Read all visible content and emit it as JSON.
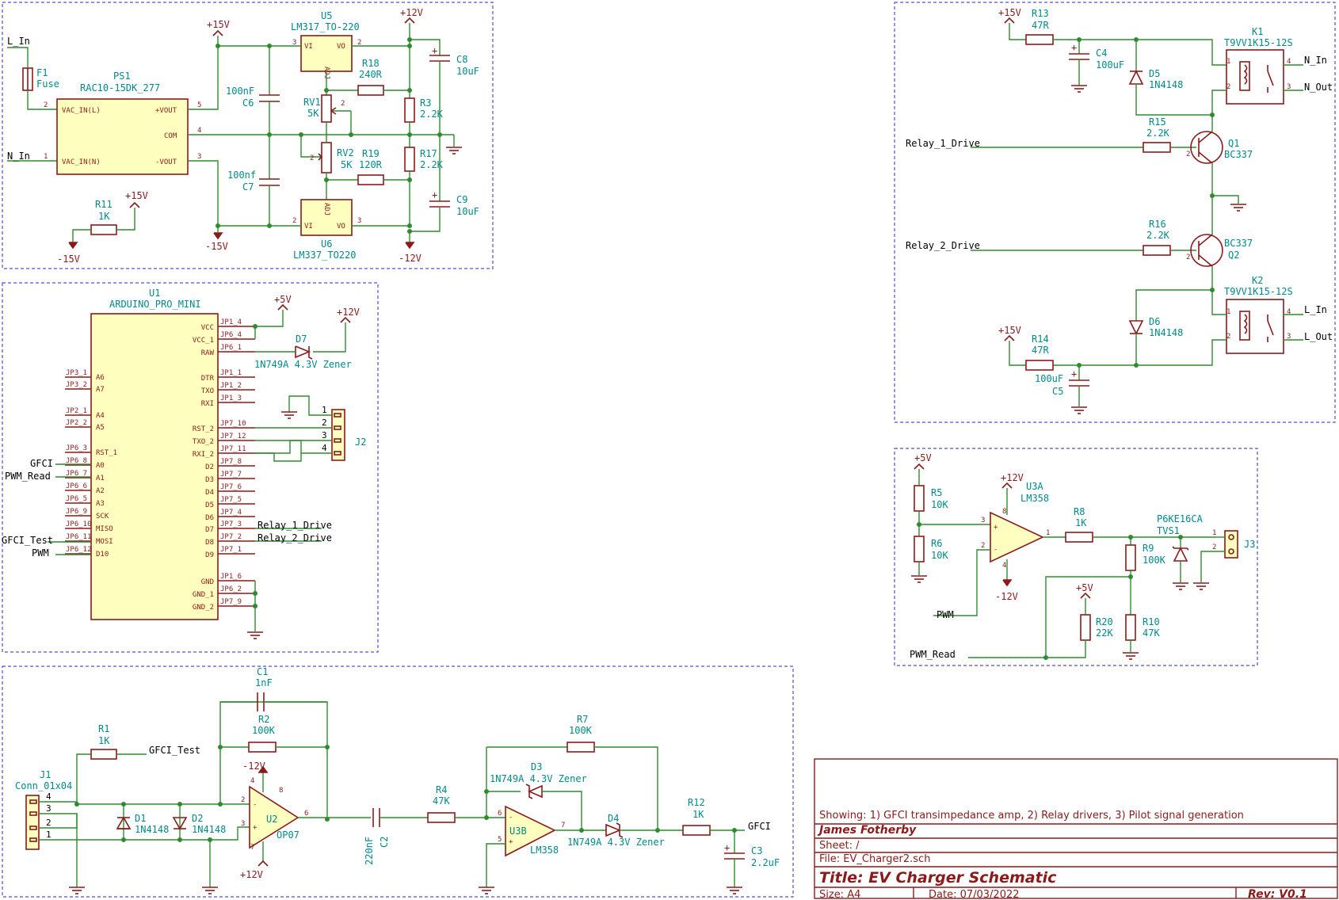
{
  "title_block": {
    "showing": "Showing: 1) GFCI transimpedance amp, 2) Relay drivers, 3) Pilot signal generation",
    "author": "James Fotherby",
    "sheet": "Sheet: /",
    "file": "File: EV_Charger2.sch",
    "title": "Title: EV Charger Schematic",
    "size": "Size: A4",
    "date": "Date: 07/03/2022",
    "rev": "Rev: V0.1"
  },
  "power_supply": {
    "f1_ref": "F1",
    "f1_val": "Fuse",
    "l_in": "L_In",
    "n_in": "N_In",
    "ps1_ref": "PS1",
    "ps1_val": "RAC10-15DK_277",
    "ps1_vac_l": "VAC_IN(L)",
    "ps1_vac_n": "VAC_IN(N)",
    "ps1_vout_p": "+VOUT",
    "ps1_com": "COM",
    "ps1_vout_n": "-VOUT",
    "p15": "+15V",
    "m15": "-15V",
    "p12": "+12V",
    "m12": "-12V",
    "u5_ref": "U5",
    "u5_val": "LM317_TO-220",
    "u6_ref": "U6",
    "u6_val": "LM337_TO220",
    "vi": "VI",
    "vo": "VO",
    "adj": "ADJ",
    "c6_ref": "C6",
    "c6_val": "100nF",
    "c7_ref": "C7",
    "c7_val": "100nf",
    "c8_ref": "C8",
    "c8_val": "10uF",
    "c9_ref": "C9",
    "c9_val": "10uF",
    "r18_ref": "R18",
    "r18_val": "240R",
    "r19_ref": "R19",
    "r19_val": "120R",
    "r3_ref": "R3",
    "r3_val": "2.2K",
    "r17_ref": "R17",
    "r17_val": "2.2K",
    "rv1_ref": "RV1",
    "rv1_val": "5K",
    "rv2_ref": "RV2",
    "rv2_val": "5K",
    "r11_ref": "R11",
    "r11_val": "1K"
  },
  "arduino": {
    "u1_ref": "U1",
    "u1_val": "ARDUINO_PRO_MINI",
    "p5": "+5V",
    "p12": "+12V",
    "d7_ref": "D7",
    "d7_val": "1N749A 4.3V Zener",
    "j2_ref": "J2",
    "left_pins": [
      {
        "jp": "JP3_1",
        "name": "A6"
      },
      {
        "jp": "JP3_2",
        "name": "A7"
      },
      {
        "jp": "JP2_1",
        "name": "A4"
      },
      {
        "jp": "JP2_2",
        "name": "A5"
      },
      {
        "jp": "JP6_3",
        "name": "RST_1"
      },
      {
        "jp": "JP6_8",
        "name": "A0"
      },
      {
        "jp": "JP6_7",
        "name": "A1"
      },
      {
        "jp": "JP6_6",
        "name": "A2"
      },
      {
        "jp": "JP6_5",
        "name": "A3"
      },
      {
        "jp": "JP6_9",
        "name": "SCK"
      },
      {
        "jp": "JP6_10",
        "name": "MISO"
      },
      {
        "jp": "JP6_11",
        "name": "MOSI"
      },
      {
        "jp": "JP6_12",
        "name": "D10"
      }
    ],
    "right_pins": [
      {
        "jp": "JP1_4",
        "name": "VCC"
      },
      {
        "jp": "JP6_4",
        "name": "VCC_1"
      },
      {
        "jp": "JP6_1",
        "name": "RAW"
      },
      {
        "jp": "JP1_1",
        "name": "DTR"
      },
      {
        "jp": "JP1_2",
        "name": "TXO"
      },
      {
        "jp": "JP1_3",
        "name": "RXI"
      },
      {
        "jp": "JP7_10",
        "name": "RST_2"
      },
      {
        "jp": "JP7_12",
        "name": "TXO_2"
      },
      {
        "jp": "JP7_11",
        "name": "RXI_2"
      },
      {
        "jp": "JP7_8",
        "name": "D2"
      },
      {
        "jp": "JP7_7",
        "name": "D3"
      },
      {
        "jp": "JP7_6",
        "name": "D4"
      },
      {
        "jp": "JP7_5",
        "name": "D5"
      },
      {
        "jp": "JP7_4",
        "name": "D6"
      },
      {
        "jp": "JP7_3",
        "name": "D7"
      },
      {
        "jp": "JP7_2",
        "name": "D8"
      },
      {
        "jp": "JP7_1",
        "name": "D9"
      },
      {
        "jp": "JP1_6",
        "name": "GND"
      },
      {
        "jp": "JP6_2",
        "name": "GND_1"
      },
      {
        "jp": "JP7_9",
        "name": "GND_2"
      }
    ],
    "net_gfci": "GFCI",
    "net_pwm_read": "PWM_Read",
    "net_gfci_test": "GFCI_Test",
    "net_pwm": "PWM",
    "net_relay1": "Relay_1_Drive",
    "net_relay2": "Relay_2_Drive",
    "j2_pins": [
      "1",
      "2",
      "3",
      "4"
    ]
  },
  "gfci": {
    "j1_ref": "J1",
    "j1_val": "Conn_01x04",
    "j1_pins": [
      "4",
      "3",
      "2",
      "1"
    ],
    "r1_ref": "R1",
    "r1_val": "1K",
    "gfci_test": "GFCI_Test",
    "d1_ref": "D1",
    "d1_val": "1N4148",
    "d2_ref": "D2",
    "d2_val": "1N4148",
    "c1_ref": "C1",
    "c1_val": "1nF",
    "r2_ref": "R2",
    "r2_val": "100K",
    "u2_ref": "U2",
    "u2_val": "OP07",
    "m12": "-12V",
    "p12": "+12V",
    "c2_val": "220nF",
    "c2_ref": "C2",
    "r4_ref": "R4",
    "r4_val": "47K",
    "r7_ref": "R7",
    "r7_val": "100K",
    "d3_ref": "D3",
    "d3_val": "1N749A 4.3V Zener",
    "u3b_ref": "U3B",
    "u3b_val": "LM358",
    "d4_ref": "D4",
    "d4_val": "1N749A 4.3V Zener",
    "r12_ref": "R12",
    "r12_val": "1K",
    "gfci": "GFCI",
    "c3_ref": "C3",
    "c3_val": "2.2uF"
  },
  "relays": {
    "p15": "+15V",
    "r13_ref": "R13",
    "r13_val": "47R",
    "c4_ref": "C4",
    "c4_val": "100uF",
    "d5_ref": "D5",
    "d5_val": "1N4148",
    "k1_ref": "K1",
    "k1_val": "T9VV1K15-12S",
    "n_in": "N_In",
    "n_out": "N_Out",
    "r15_ref": "R15",
    "r15_val": "2.2K",
    "relay1": "Relay_1_Drive",
    "q1_ref": "Q1",
    "q1_val": "BC337",
    "r16_ref": "R16",
    "r16_val": "2.2K",
    "relay2": "Relay_2_Drive",
    "q2_ref": "Q2",
    "q2_val": "BC337",
    "k2_ref": "K2",
    "k2_val": "T9VV1K15-12S",
    "d6_ref": "D6",
    "d6_val": "1N4148",
    "l_in": "L_In",
    "l_out": "L_Out",
    "r14_ref": "R14",
    "r14_val": "47R",
    "c5_ref": "C5",
    "c5_val": "100uF"
  },
  "pilot": {
    "p5": "+5V",
    "p12": "+12V",
    "m12": "-12V",
    "r5_ref": "R5",
    "r5_val": "10K",
    "r6_ref": "R6",
    "r6_val": "10K",
    "u3a_ref": "U3A",
    "u3a_val": "LM358",
    "r8_ref": "R8",
    "r8_val": "1K",
    "tvs_val": "P6KE16CA",
    "tvs_ref": "TVS1",
    "j3_ref": "J3",
    "r9_ref": "R9",
    "r9_val": "100K",
    "r20_ref": "R20",
    "r20_val": "22K",
    "r10_ref": "R10",
    "r10_val": "47K",
    "pwm": "PWM",
    "pwm_read": "PWM_Read"
  }
}
